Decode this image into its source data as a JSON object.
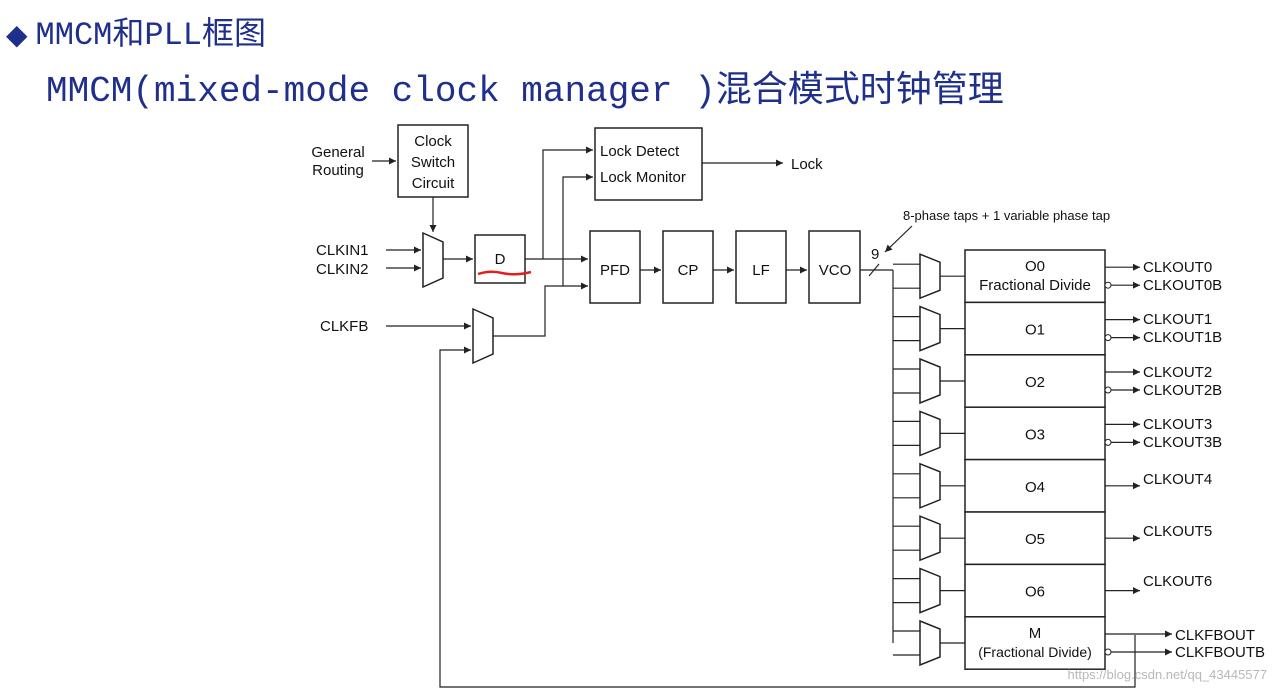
{
  "header": {
    "bullet": "◆",
    "title": "MMCM和PLL框图",
    "subtitle": "MMCM(mixed-mode clock manager )混合模式时钟管理"
  },
  "diagram": {
    "inputs": {
      "general_routing_1": "General",
      "general_routing_2": "Routing",
      "clkin1": "CLKIN1",
      "clkin2": "CLKIN2",
      "clkfb": "CLKFB"
    },
    "blocks": {
      "clock_switch_1": "Clock",
      "clock_switch_2": "Switch",
      "clock_switch_3": "Circuit",
      "lock_detect": "Lock Detect",
      "lock_monitor": "Lock Monitor",
      "divider": "D",
      "pfd": "PFD",
      "cp": "CP",
      "lf": "LF",
      "vco": "VCO"
    },
    "lock_output": "Lock",
    "phase_taps_note": "8-phase taps + 1 variable phase tap",
    "bus_width": "9",
    "dividers": [
      {
        "name": "O0",
        "sub": "Fractional Divide"
      },
      {
        "name": "O1",
        "sub": ""
      },
      {
        "name": "O2",
        "sub": ""
      },
      {
        "name": "O3",
        "sub": ""
      },
      {
        "name": "O4",
        "sub": ""
      },
      {
        "name": "O5",
        "sub": ""
      },
      {
        "name": "O6",
        "sub": ""
      },
      {
        "name": "M",
        "sub": "(Fractional Divide)"
      }
    ],
    "outputs": {
      "o0": "CLKOUT0",
      "o0b": "CLKOUT0B",
      "o1": "CLKOUT1",
      "o1b": "CLKOUT1B",
      "o2": "CLKOUT2",
      "o2b": "CLKOUT2B",
      "o3": "CLKOUT3",
      "o3b": "CLKOUT3B",
      "o4": "CLKOUT4",
      "o5": "CLKOUT5",
      "o6": "CLKOUT6",
      "fb": "CLKFBOUT",
      "fbb": "CLKFBOUTB"
    },
    "watermark": "https://blog.csdn.net/qq_43445577",
    "colors": {
      "title": "#1f2f8c",
      "annotation": "#e02020"
    }
  }
}
